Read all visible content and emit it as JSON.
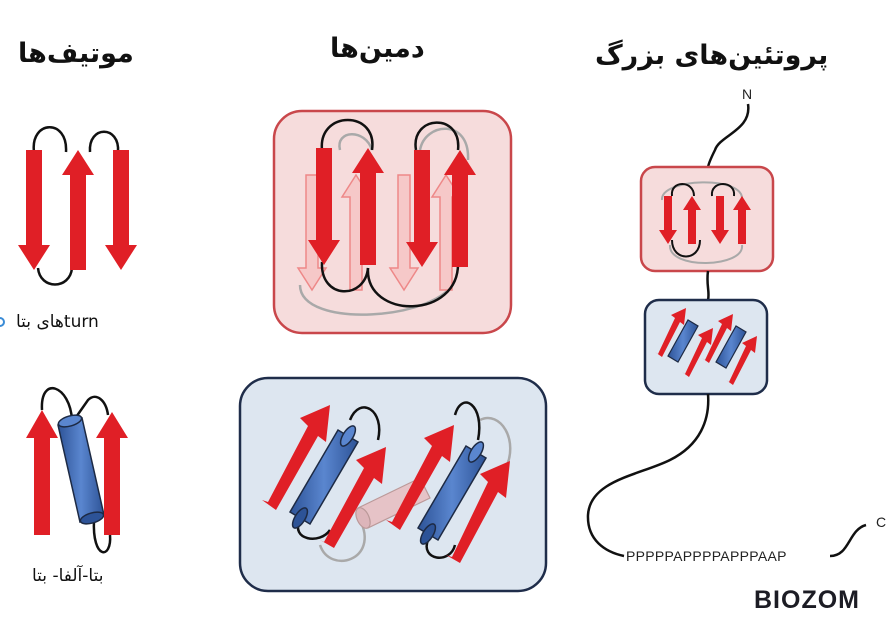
{
  "titles": {
    "motifs": "موتیف‌ها",
    "domains": "دمین‌ها",
    "large_proteins": "پروتئین‌های بزرگ"
  },
  "labels": {
    "beta_turns": "turnهای بتا",
    "beta_alpha_beta": "بتا-آلفا- بتا"
  },
  "terminals": {
    "n": "N",
    "c": "C"
  },
  "sequence": "PPPPPAPPPPAPPPAAP",
  "logo": {
    "text": "BIOZOM",
    "accent_color": "#e0303a"
  },
  "colors": {
    "strand": "#e01f26",
    "helix": "#4a76c0",
    "domain_red_fill": "#f6dcdc",
    "domain_red_border": "#c9474b",
    "domain_blue_fill": "#dde6f0",
    "domain_blue_border": "#1f2d4a"
  }
}
